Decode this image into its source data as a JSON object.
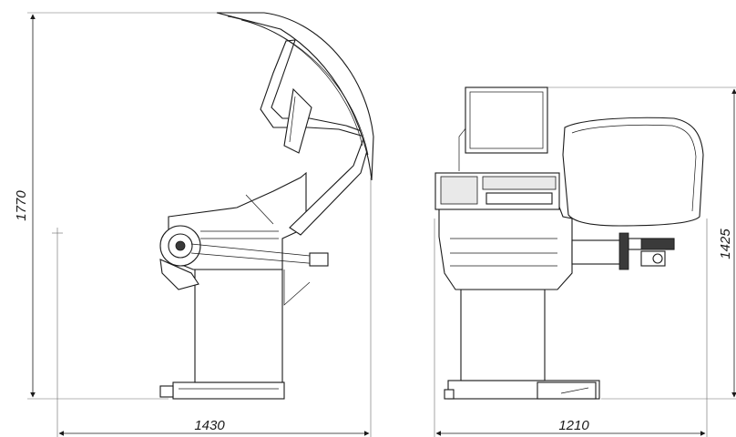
{
  "dimensions": {
    "overall_height": "1770",
    "side_depth": "1430",
    "front_width": "1210",
    "front_height": "1425"
  },
  "views": [
    "side-view",
    "front-view"
  ],
  "icons": {
    "monitor": "monitor-icon",
    "wheel_guard": "wheel-guard-icon",
    "pedal": "pedal-icon"
  }
}
